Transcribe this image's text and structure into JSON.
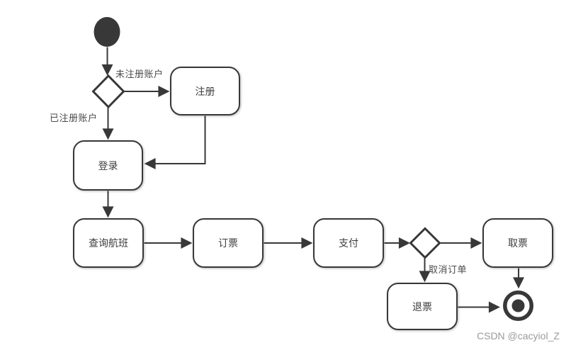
{
  "diagram": {
    "type": "activity-flowchart",
    "nodes": {
      "register": {
        "label": "注册"
      },
      "login": {
        "label": "登录"
      },
      "search_flight": {
        "label": "查询航班"
      },
      "book_ticket": {
        "label": "订票"
      },
      "pay": {
        "label": "支付"
      },
      "get_ticket": {
        "label": "取票"
      },
      "refund_ticket": {
        "label": "退票"
      }
    },
    "edge_labels": {
      "unregistered": "未注册账户",
      "registered": "已注册账户",
      "cancel_order": "取消订单"
    },
    "symbols": {
      "start_node": "filled-circle",
      "decision_nodes": 2,
      "end_node": "bullseye-circle"
    },
    "colors": {
      "background": "#ffffff",
      "stroke": "#383838",
      "node_fill": "#ffffff",
      "node_text": "#3d3d3d",
      "edge_label": "#4a4a4a",
      "watermark": "#9b9b9b"
    }
  },
  "watermark": "CSDN @cacyiol_Z"
}
